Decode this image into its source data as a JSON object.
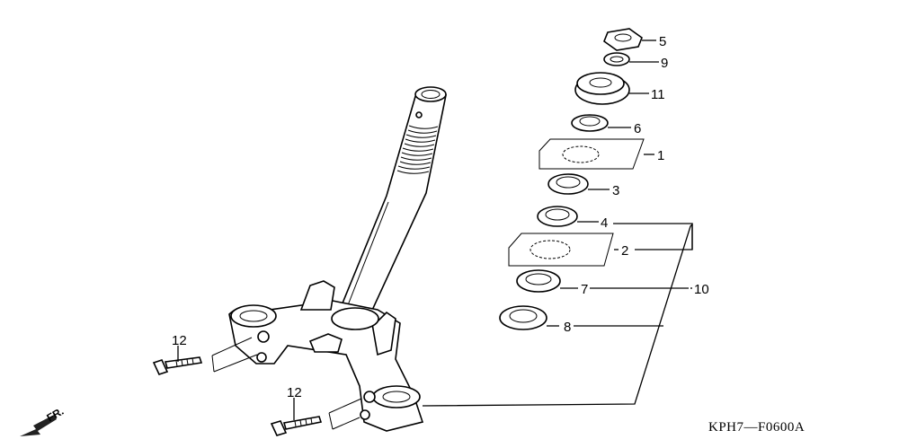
{
  "callouts": [
    {
      "id": "5",
      "text": "5"
    },
    {
      "id": "9",
      "text": "9"
    },
    {
      "id": "11",
      "text": "11"
    },
    {
      "id": "6",
      "text": "6"
    },
    {
      "id": "1",
      "text": "1"
    },
    {
      "id": "3",
      "text": "3"
    },
    {
      "id": "4",
      "text": "4"
    },
    {
      "id": "2",
      "text": "2"
    },
    {
      "id": "7",
      "text": "7"
    },
    {
      "id": "10",
      "text": "10"
    },
    {
      "id": "8",
      "text": "8"
    },
    {
      "id": "12a",
      "text": "12"
    },
    {
      "id": "12b",
      "text": "12"
    }
  ],
  "front_indicator": "FR.",
  "diagram_code": "KPH7—F0600A"
}
